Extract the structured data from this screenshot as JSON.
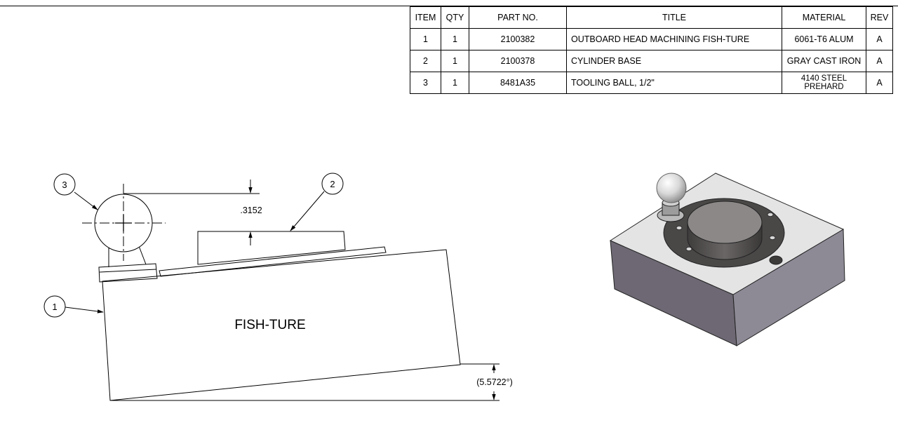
{
  "bom": {
    "headers": {
      "item": "ITEM",
      "qty": "QTY",
      "part_no": "PART NO.",
      "title": "TITLE",
      "material": "MATERIAL",
      "rev": "REV"
    },
    "rows": [
      {
        "item": "1",
        "qty": "1",
        "part_no": "2100382",
        "title": "OUTBOARD HEAD MACHINING FISH-TURE",
        "material": "6061-T6 ALUM",
        "rev": "A"
      },
      {
        "item": "2",
        "qty": "1",
        "part_no": "2100378",
        "title": "CYLINDER BASE",
        "material": "GRAY CAST IRON",
        "rev": "A"
      },
      {
        "item": "3",
        "qty": "1",
        "part_no": "8481A35",
        "title": "TOOLING BALL, 1/2\"",
        "material": "4140 STEEL PREHARD",
        "rev": "A"
      }
    ]
  },
  "drawing": {
    "balloons": [
      "1",
      "2",
      "3"
    ],
    "body_label": "FISH-TURE",
    "dim_height": ".3152",
    "dim_angle": "(5.5722°)"
  },
  "colors": {
    "line": "#000000",
    "iso_top": "#e3e3e3",
    "iso_front": "#6d6873",
    "iso_side": "#8d8995",
    "iso_flange": "#4a4747",
    "iso_cylinder": "#8c8888",
    "iso_ball": "#dcdcdc"
  }
}
